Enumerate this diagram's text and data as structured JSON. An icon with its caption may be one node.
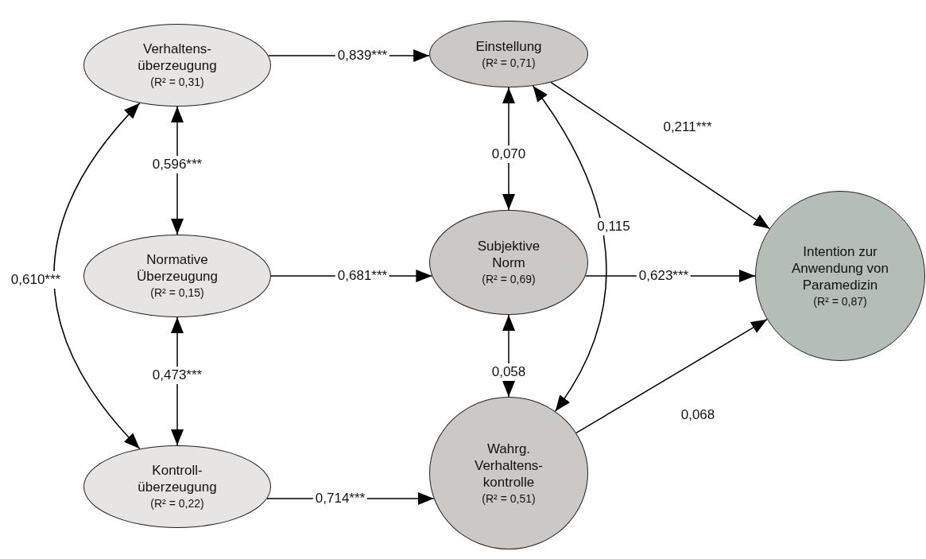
{
  "diagram": {
    "nodes": [
      {
        "text": [
          "Verhaltens- überzeugung",
          "(R² = 0,31)"
        ]
      },
      {
        "text": [
          "Normative Überzeugung",
          "(R² = 0,15)"
        ]
      },
      {
        "text": [
          "Kontroll- überzeugung",
          "(R² = 0,22)"
        ]
      },
      {
        "text": [
          "Einstellung",
          "(R² = 0,71)"
        ]
      },
      {
        "text": [
          "Subjektive Norm",
          "(R² = 0,69)"
        ]
      },
      {
        "text": [
          "Wahrg. Verhaltens- kontrolle",
          "(R² = 0,51)"
        ]
      },
      {
        "text": [
          "Intention zur Anwendung von Paramedizin",
          "(R² = 0,87)"
        ]
      }
    ],
    "edges": [
      {
        "from": 0,
        "to": 3,
        "arrow": "to",
        "label": "0,839***"
      },
      {
        "from": 0,
        "to": 1,
        "arrow": "both",
        "label": "0,596***"
      },
      {
        "from": 0,
        "to": 2,
        "arrow": "both",
        "label": "0,610***"
      },
      {
        "from": 1,
        "to": 4,
        "arrow": "to",
        "label": "0,681***"
      },
      {
        "from": 1,
        "to": 2,
        "arrow": "both",
        "label": "0,473***"
      },
      {
        "from": 2,
        "to": 5,
        "arrow": "to",
        "label": "0,714***"
      },
      {
        "from": 3,
        "to": 4,
        "arrow": "both",
        "label": "0,070"
      },
      {
        "from": 3,
        "to": 5,
        "arrow": "both",
        "label": "0,115"
      },
      {
        "from": 3,
        "to": 6,
        "arrow": "to",
        "label": "0,211***"
      },
      {
        "from": 4,
        "to": 5,
        "arrow": "both",
        "label": "0,058"
      },
      {
        "from": 4,
        "to": 6,
        "arrow": "to",
        "label": "0,623***"
      },
      {
        "from": 5,
        "to": 6,
        "arrow": "to",
        "label": "0,068"
      }
    ]
  }
}
